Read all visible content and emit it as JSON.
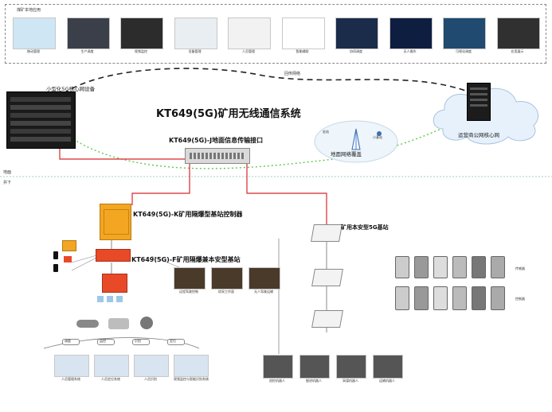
{
  "top_panel": {
    "heading": "煤矿本地应用",
    "apps": [
      {
        "label": "移动管理",
        "color": "#cfe6f5"
      },
      {
        "label": "生产调度",
        "color": "#3a3f4a"
      },
      {
        "label": "视频监控",
        "color": "#2c2c2c"
      },
      {
        "label": "设备管理",
        "color": "#e8eef2"
      },
      {
        "label": "人员管理",
        "color": "#f2f2f2"
      },
      {
        "label": "智能辅助",
        "color": "#ffffff"
      },
      {
        "label": "协同调度",
        "color": "#1a2c4a"
      },
      {
        "label": "无人操作",
        "color": "#0e1e40"
      },
      {
        "label": "可视化调度",
        "color": "#204a70"
      },
      {
        "label": "应用展示",
        "color": "#303030"
      }
    ]
  },
  "system_title": "KT649(5G)矿用无线通信系统",
  "core_device_label": "小型化5G核心网设备",
  "backhaul_label": "回传网络",
  "operator_core_label": "运营商公网核心网",
  "transmission_label": "KT649(5G)-J地面信息传输接口",
  "ground_coverage_label": "地面网络覆盖",
  "ground_bubble": {
    "left": "宏站",
    "right": "小基站"
  },
  "layer": {
    "ground": "地面",
    "underground": "井下"
  },
  "controller_label": "KT649(5G)-K矿用隔爆型基站控制器",
  "flameproof_bs_label": "KT649(5G)-F矿用隔爆兼本安型基站",
  "intrinsic_bs_label": "矿用本安型5G基站",
  "photos_mid": [
    {
      "label": "远程驾驶控制"
    },
    {
      "label": "综采工作面"
    },
    {
      "label": "无人驾驶运输"
    }
  ],
  "terminals_left": [
    {
      "label": "调度"
    },
    {
      "label": "监控"
    },
    {
      "label": "识别"
    },
    {
      "label": "定位"
    }
  ],
  "screens_bottom_left": [
    {
      "label": "人员管理系统"
    },
    {
      "label": "人员定位系统"
    },
    {
      "label": "人员识别"
    },
    {
      "label": "视频监控与智能识别系统"
    }
  ],
  "robots_bottom_mid": [
    {
      "label": "巡检机器人"
    },
    {
      "label": "掘进机器人"
    },
    {
      "label": "采煤机器人"
    },
    {
      "label": "运输机器人"
    }
  ],
  "sensors_right": {
    "row1_label": "传感器",
    "row2_label": "控制器"
  },
  "colors": {
    "red_line": "#d9262b",
    "green_dash": "#5fc94a",
    "black_dash": "#222222",
    "title": "#111111",
    "orange": "#f2a622",
    "red_device": "#e84a28"
  }
}
